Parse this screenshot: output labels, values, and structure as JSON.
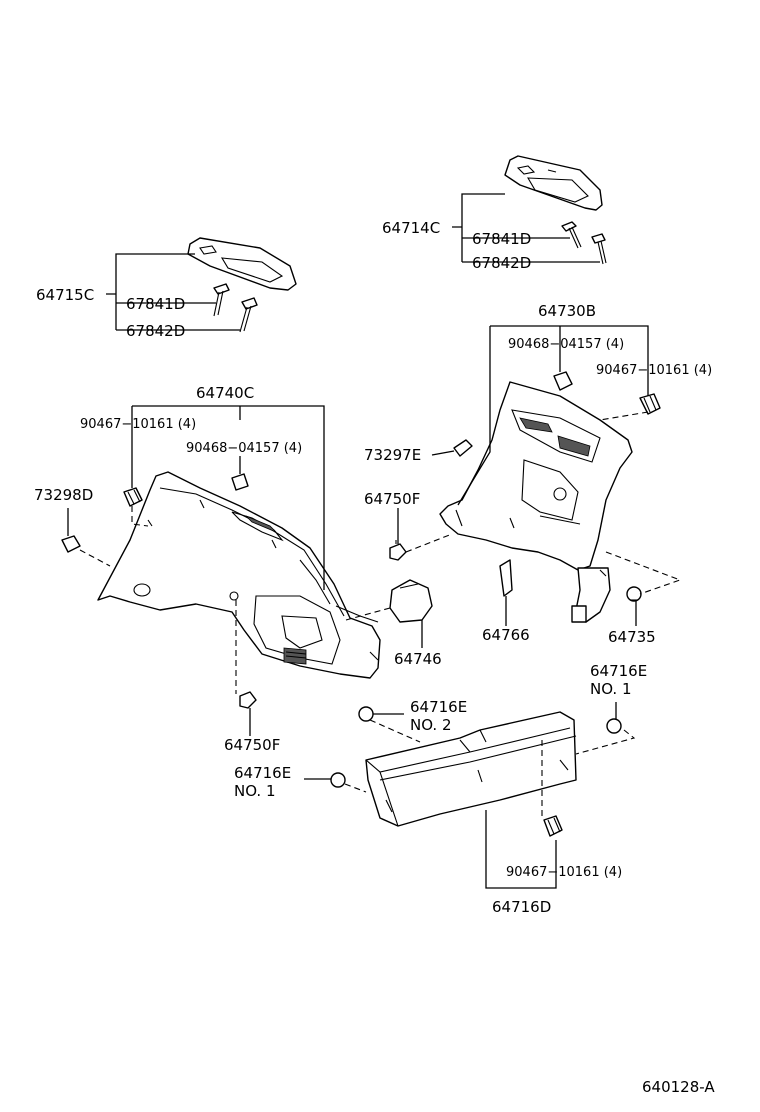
{
  "diagram": {
    "colors": {
      "line": "#000000",
      "background": "#ffffff"
    },
    "reference_code": "640128-A",
    "labels": {
      "p64714C": "64714C",
      "p67841D_a": "67841D",
      "p67842D_a": "67842D",
      "p64715C": "64715C",
      "p67841D_b": "67841D",
      "p67842D_b": "67842D",
      "p64730B": "64730B",
      "p90468_a": "90468−04157 (4)",
      "p90467_a": "90467−10161 (4)",
      "p64740C": "64740C",
      "p90467_b": "90467−10161 (4)",
      "p90468_b": "90468−04157 (4)",
      "p73297E": "73297E",
      "p64750F_a": "64750F",
      "p73298D": "73298D",
      "p64746": "64746",
      "p64766": "64766",
      "p64735": "64735",
      "p64716E_a": "64716E",
      "p64716E_a_no": "NO. 1",
      "p64716E_b": "64716E",
      "p64716E_b_no": "NO. 2",
      "p64750F_b": "64750F",
      "p64716E_c": "64716E",
      "p64716E_c_no": "NO. 1",
      "p90467_c": "90467−10161 (4)",
      "p64716D": "64716D"
    }
  }
}
